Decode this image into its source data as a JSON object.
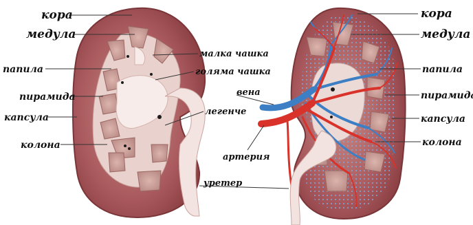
{
  "labels": {
    "left_cortex": "кора",
    "left_medulla": "медула",
    "left_papilla": "папила",
    "left_pyramid": "пирамида",
    "left_capsule": "капсула",
    "left_column": "колона",
    "minor_calyx": "малка чашка",
    "major_calyx": "голяма чашка",
    "pelvis": "легенче",
    "vein": "вена",
    "artery": "артерия",
    "ureter": "уретер",
    "right_cortex": "кора",
    "right_medulla": "медула",
    "right_papilla": "папила",
    "right_pyramid": "пирамида",
    "right_capsule": "капсула",
    "right_column": "колона"
  },
  "colors": {
    "cortex": "#a8585c",
    "cortex_edge": "#7a3538",
    "medulla": "#d3a6a2",
    "pelvis": "#f2e3e0",
    "artery": "#d8322a",
    "vein": "#3d7fc4",
    "leader": "#333333"
  }
}
